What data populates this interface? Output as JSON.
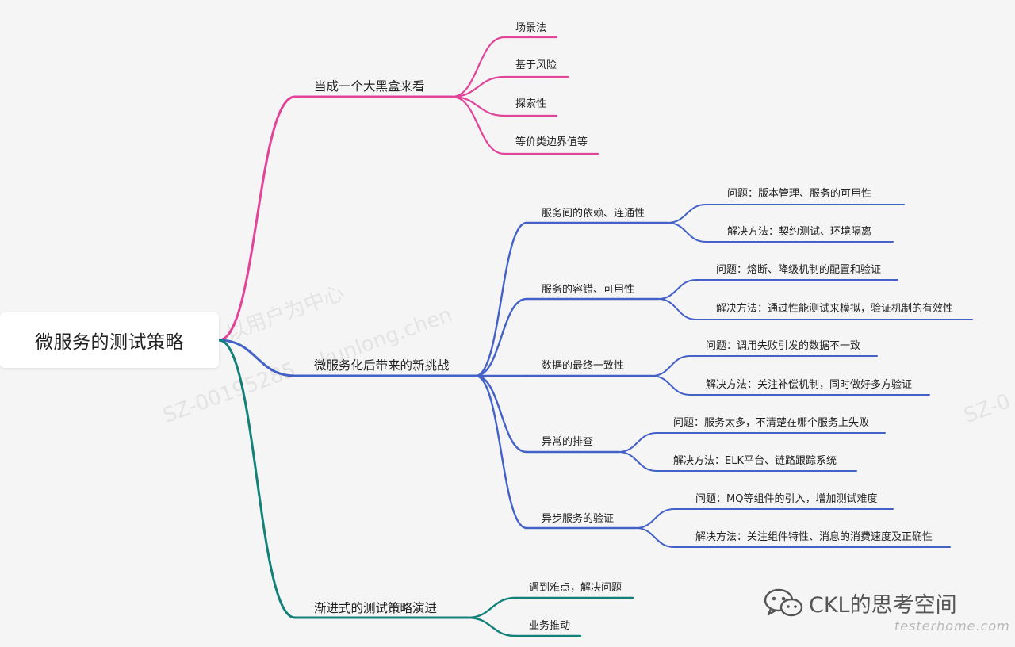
{
  "root": {
    "label": "微服务的测试策略"
  },
  "colors": {
    "pink": "#e2449a",
    "blue": "#4461c8",
    "teal": "#13807a"
  },
  "branches": [
    {
      "label": "当成一个大黑盒来看",
      "color": "pink",
      "children": [
        {
          "label": "场景法"
        },
        {
          "label": "基于风险"
        },
        {
          "label": "探索性"
        },
        {
          "label": "等价类边界值等"
        }
      ]
    },
    {
      "label": "微服务化后带来的新挑战",
      "color": "blue",
      "children": [
        {
          "label": "服务间的依赖、连通性",
          "children": [
            {
              "label": "问题：版本管理、服务的可用性"
            },
            {
              "label": "解决方法：契约测试、环境隔离"
            }
          ]
        },
        {
          "label": "服务的容错、可用性",
          "children": [
            {
              "label": "问题：熔断、降级机制的配置和验证"
            },
            {
              "label": "解决方法：通过性能测试来模拟，验证机制的有效性"
            }
          ]
        },
        {
          "label": "数据的最终一致性",
          "children": [
            {
              "label": "问题：调用失败引发的数据不一致"
            },
            {
              "label": "解决方法：关注补偿机制，同时做好多方验证"
            }
          ]
        },
        {
          "label": "异常的排查",
          "children": [
            {
              "label": "问题：服务太多，不清楚在哪个服务上失败"
            },
            {
              "label": "解决方法：ELK平台、链路跟踪系统"
            }
          ]
        },
        {
          "label": "异步服务的验证",
          "children": [
            {
              "label": "问题：MQ等组件的引入，增加测试难度"
            },
            {
              "label": "解决方法：关注组件特性、消息的消费速度及正确性"
            }
          ]
        }
      ]
    },
    {
      "label": "渐进式的测试策略演进",
      "color": "teal",
      "children": [
        {
          "label": "遇到难点，解决问题"
        },
        {
          "label": "业务推动"
        }
      ]
    }
  ],
  "watermarks": [
    "以用户为中心",
    "kunlong.chen",
    "SZ-00195285",
    "SZ-0"
  ],
  "brand": {
    "name": "CKL的思考空间",
    "icon": "wechat-icon",
    "site": "testerhome.com"
  }
}
